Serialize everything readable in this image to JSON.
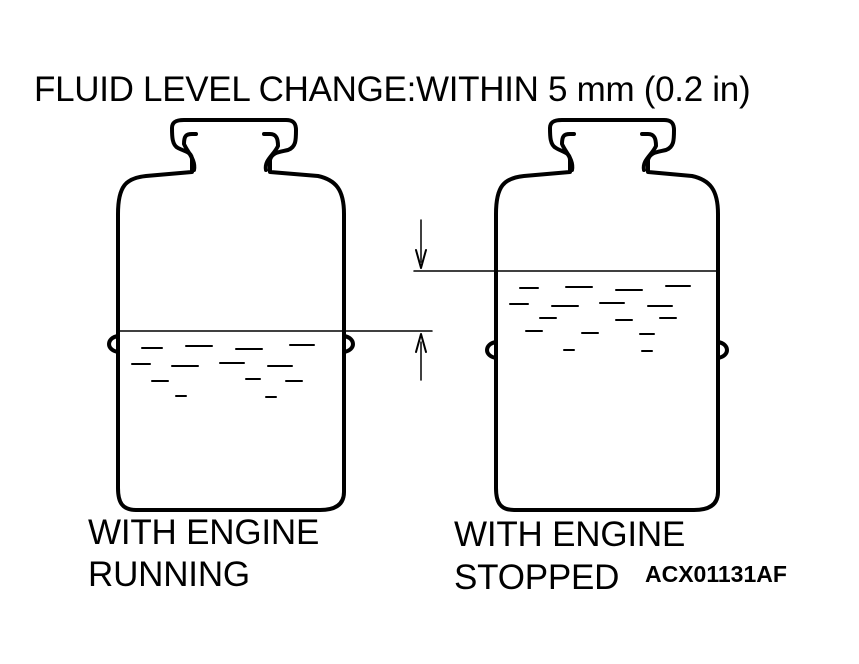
{
  "title": "FLUID LEVEL CHANGE:WITHIN 5 mm (0.2 in)",
  "captions": {
    "running": [
      "WITH ENGINE",
      "RUNNING"
    ],
    "stopped": [
      "WITH ENGINE",
      "STOPPED"
    ]
  },
  "figure_code": "ACX01131AF",
  "colors": {
    "ink": "#000000",
    "paper": "#ffffff"
  }
}
